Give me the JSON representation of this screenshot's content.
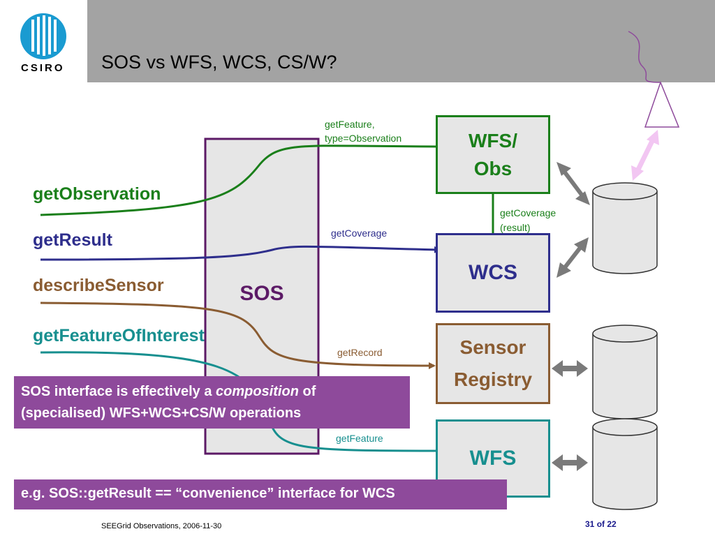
{
  "header": {
    "title": "SOS vs WFS, WCS, CS/W?",
    "logo_text": "CSIRO"
  },
  "operations": {
    "get_observation": "getObservation",
    "get_result": "getResult",
    "describe_sensor": "describeSensor",
    "get_feature_of_interest": "getFeatureOfInterest"
  },
  "labels": {
    "get_feature_obs_1": "getFeature,",
    "get_feature_obs_2": "type=Observation",
    "get_coverage": "getCoverage",
    "get_coverage_result_1": "getCoverage",
    "get_coverage_result_2": "(result)",
    "get_record": "getRecord",
    "get_feature": "getFeature"
  },
  "boxes": {
    "sos": "SOS",
    "wfs_obs_1": "WFS/",
    "wfs_obs_2": "Obs",
    "wcs": "WCS",
    "sensor_registry_1": "Sensor",
    "sensor_registry_2": "Registry",
    "wfs": "WFS"
  },
  "notes": {
    "composition_pre": "SOS interface is effectively a ",
    "composition_em": "composition",
    "composition_post": " of",
    "composition_line2": "(specialised) WFS+WCS+CS/W operations",
    "convenience": "e.g. SOS::getResult == “convenience” interface for WCS"
  },
  "footer": {
    "text": "SEEGrid Observations, 2006-11-30",
    "page_current": "31",
    "page_of": "of",
    "page_total": "22"
  },
  "colors": {
    "green": "#1a7f1a",
    "navy": "#2e2e8c",
    "brown": "#8a5c32",
    "teal": "#178f8f",
    "purple": "#5c1a66",
    "note_bg": "#8e4a9b",
    "title_bar": "#a3a3a3",
    "logo_blue": "#1a9bd1"
  }
}
